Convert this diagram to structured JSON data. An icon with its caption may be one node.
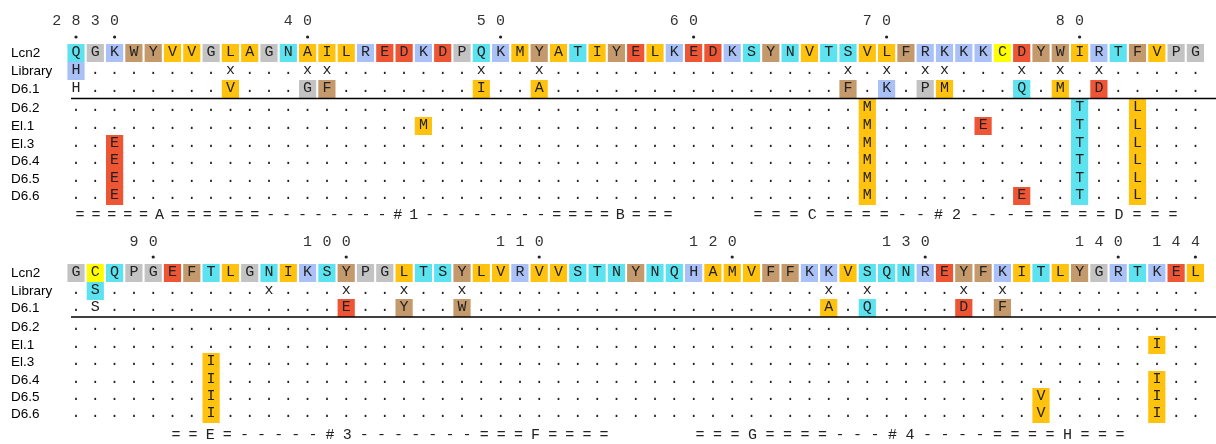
{
  "diagram": {
    "labels": [
      "28",
      "30",
      "40",
      "50",
      "60",
      "70",
      "80",
      "Lcn2",
      "QGKWYVVGLAGNAILREDKDPQKMYATIYELKEDKSYNVTSVLFRKKKCDYWIRTFVPG",
      "Library",
      "H.......x...xx.......x..x...............x.x.xx...x.x.x.....",
      "D6.1",
      "H.......V...GF.......I..A...............F.K.PM...Q.M.D.....",
      "D6.2",
      ".........................................M..........T..L...",
      "El.1",
      "..................M......................M.....E....T..L...",
      "El.3",
      "..E......................................M..........T..L...",
      "D6.4",
      "..E......................................M..........T..L...",
      "D6.5",
      "..E......................................M..........T..L...",
      "D6.6",
      "..E......................................M.......E..T..L...",
      "=====A======--------#1--------====B===",
      "===C====--#2---=====D===",
      "90",
      "100",
      "110",
      "120",
      "130",
      "140",
      "144",
      "Lcn2",
      "GCQPGEFTLGNIKSYPGLTSYLVRVVSTNYNQHAMVFFKKVSQNREYFKITLYGRTKEL",
      "Library",
      ".S........x...x..x..x..................x.x....x.x..........",
      "D6.1",
      ".S............E..Y..W..................A.Q....D.F..........",
      "D6.2",
      "...........................................................",
      "El.1",
      "........................................................I..",
      "El.3",
      ".......I...................................................",
      "D6.4",
      ".......I................................................I..",
      "D6.5",
      ".......I..........................................V.....I..",
      "D6.6",
      ".......I..........................................V.....I..",
      "==E=-----#3-------===F====",
      "===G====---#4----====H==="
    ]
  }
}
